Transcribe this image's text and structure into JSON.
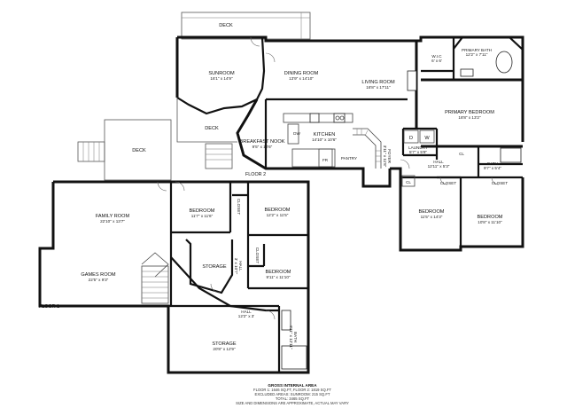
{
  "rooms": {
    "deck_top": {
      "name": "DECK"
    },
    "sunroom": {
      "name": "SUNROOM",
      "dims": "16'1\" x 14'9\""
    },
    "deck_small": {
      "name": "DECK"
    },
    "dining": {
      "name": "DINING ROOM",
      "dims": "13'9\" x 14'10\""
    },
    "living": {
      "name": "LIVING ROOM",
      "dims": "16'8\" x 17'11\""
    },
    "breakfast": {
      "name": "BREAKFAST NOOK",
      "dims": "9'5\" x 10'6\""
    },
    "kitchen": {
      "name": "KITCHEN",
      "dims": "14'10\" x 10'6\""
    },
    "dw": {
      "name": "DW"
    },
    "fr": {
      "name": "FR"
    },
    "pantry": {
      "name": "PANTRY"
    },
    "foyer": {
      "name": "FOYER",
      "dims": "3'11\" x 11'8\""
    },
    "wic": {
      "name": "W.I.C",
      "dims": "6' x 6'"
    },
    "primary_bath": {
      "name": "PRIMARY BATH",
      "dims": "12'2\" x 7'11\""
    },
    "primary_bedroom": {
      "name": "PRIMARY BEDROOM",
      "dims": "18'8\" x 13'2\""
    },
    "laundry": {
      "name": "LAUNDRY",
      "dims": "5'7\" x 5'8\"",
      "d": "D",
      "w": "W"
    },
    "hall_upper": {
      "name": "HALL",
      "dims": "12'11\" x 5'3\""
    },
    "cl_upper": {
      "name": "CL"
    },
    "cl_hall": {
      "name": "CL"
    },
    "bath_upper": {
      "name": "BATH",
      "dims": "9'7\" x 5'4\""
    },
    "closet_a": {
      "name": "CLOSET"
    },
    "closet_b": {
      "name": "CLOSET"
    },
    "bedroom_a": {
      "name": "BEDROOM",
      "dims": "11'5\" x 14'3\""
    },
    "bedroom_b": {
      "name": "BEDROOM",
      "dims": "10'8\" x 11'10\""
    },
    "deck_left": {
      "name": "DECK"
    },
    "family": {
      "name": "FAMILY ROOM",
      "dims": "22'10\" x 13'7\""
    },
    "games": {
      "name": "GAMES ROOM",
      "dims": "22'5\" x 9'3\""
    },
    "bedroom_c": {
      "name": "BEDROOM",
      "dims": "11'7\" x 11'6\""
    },
    "closet_c": {
      "name": "CLOSET"
    },
    "bedroom_d": {
      "name": "BEDROOM",
      "dims": "12'2\" x 11'5\""
    },
    "storage_a": {
      "name": "STORAGE"
    },
    "hall_mid": {
      "name": "HALL",
      "dims": "3' x 10'7\""
    },
    "closet_d": {
      "name": "CLOSET"
    },
    "bedroom_e": {
      "name": "BEDROOM",
      "dims": "9'11\" x 11'10\""
    },
    "hall_low": {
      "name": "HALL",
      "dims": "12'2\" x 3'"
    },
    "bath_low": {
      "name": "BATH",
      "dims": "4'11\" x 12'11\""
    },
    "storage_b": {
      "name": "STORAGE",
      "dims": "20'8\" x 12'9\""
    }
  },
  "floors": {
    "floor1": "FLOOR 1",
    "floor2": "FLOOR 2"
  },
  "footer": {
    "heading": "GROSS INTERNAL AREA",
    "line1": "FLOOR 1: 1646 SQ.FT, FLOOR 2: 1819 SQ.FT",
    "line2": "EXCLUDED AREAS: SUNROOM: 215 SQ.FT",
    "line3": "TOTAL: 3465 SQ.FT",
    "line4": "SIZE AND DIMENSIONS ARE APPROXIMATE, ACTUAL MAY VARY"
  }
}
